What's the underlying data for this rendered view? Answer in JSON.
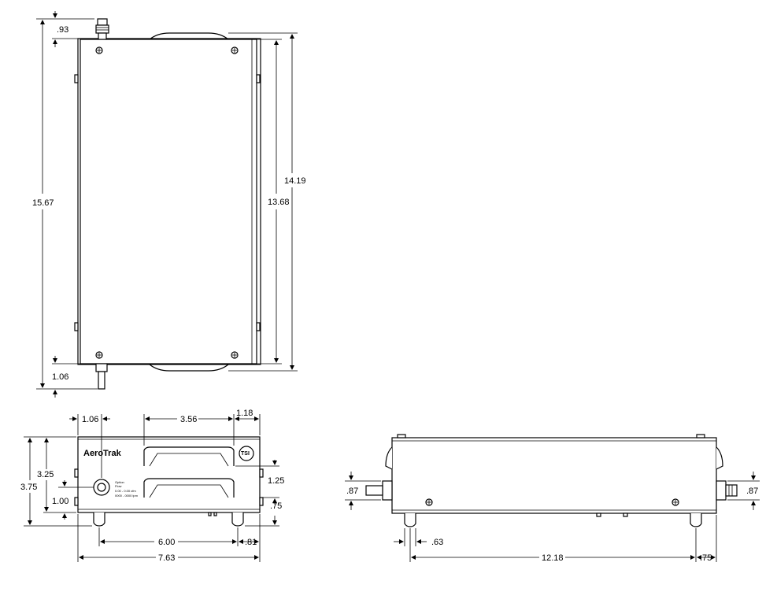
{
  "drawing": {
    "top_view": {
      "dims": {
        "left_offset": ".93",
        "overall_height": "15.67",
        "bottom_offset": "1.06",
        "inner_height": "13.68",
        "outer_height": "14.19"
      }
    },
    "front_view": {
      "dims": {
        "inlet_offset": "1.06",
        "handle_width": "3.56",
        "handle_right_offset": "1.18",
        "body_height": "3.25",
        "overall_height": "3.75",
        "inlet_height": "1.00",
        "handle_height": "1.25",
        "foot_height": ".75",
        "feet_spacing": "6.00",
        "foot_right_offset": ".81",
        "overall_width": "7.63"
      },
      "logo_text": "AeroTrak",
      "badge_text": "TSI",
      "label_lines": [
        "Option",
        "Flow",
        "0.00 - 0.00 cfm",
        "0000 - 0000 lpm"
      ]
    },
    "side_view": {
      "dims": {
        "left_fitting_height": ".87",
        "right_fitting_height": ".87",
        "foot_offset": ".63",
        "feet_spacing": "12.18",
        "foot_right_offset": ".75"
      }
    }
  }
}
